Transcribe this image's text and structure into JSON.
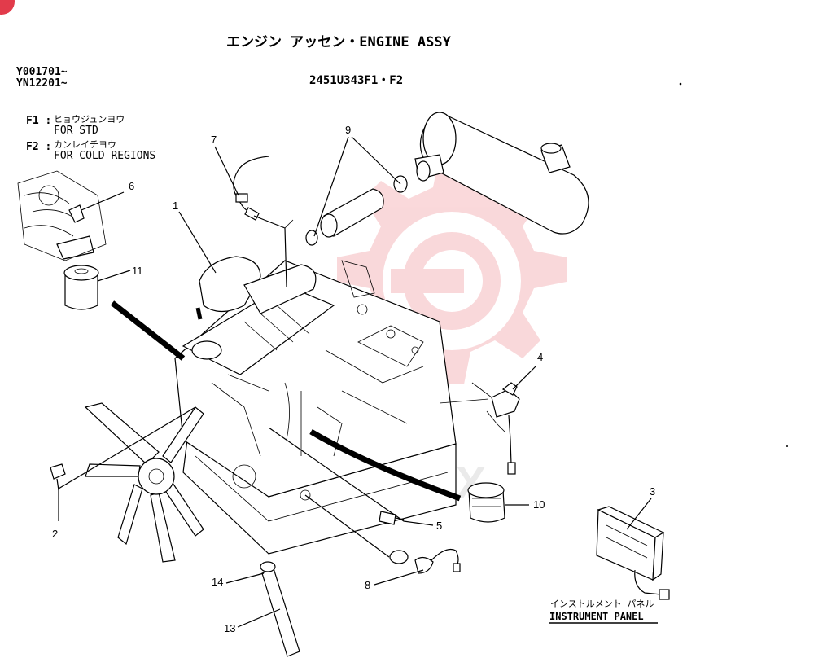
{
  "header": {
    "title": "エンジン アッセン・ENGINE ASSY",
    "serial_1": "Y001701~",
    "serial_2": "YN12201~",
    "part_code": "2451U343F1・F2"
  },
  "variants": [
    {
      "code": "F1 :",
      "jp": "ヒョウジュンヨウ",
      "en": "FOR STD"
    },
    {
      "code": "F2 :",
      "jp": "カンレイチヨウ",
      "en": "FOR COLD REGIONS"
    }
  ],
  "callouts": [
    "1",
    "2",
    "3",
    "4",
    "5",
    "6",
    "7",
    "8",
    "9",
    "10",
    "11",
    "13",
    "14"
  ],
  "instrument_panel": {
    "jp": "インストルメント パネル",
    "en": "INSTRUMENT PANEL"
  },
  "watermark": {
    "text": "VIHTEX",
    "color": "#e8505b"
  }
}
